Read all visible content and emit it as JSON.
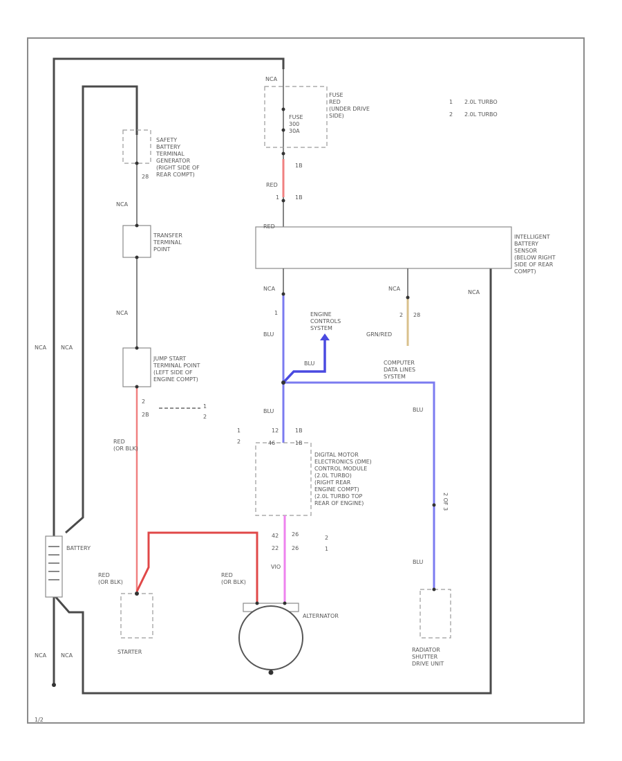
{
  "colors": {
    "frame": "#8a8a8a",
    "ground_wire": "#4a4a4a",
    "red_wire": "#f08080",
    "red_wire_dark": "#e04848",
    "blue_wire": "#7b7bf0",
    "blue_wire_dark": "#4a4ae0",
    "pink_wire": "#ee82ee",
    "tan_wire": "#d9c08c"
  },
  "legend": [
    {
      "num": "1",
      "text": "2.0L TURBO"
    },
    {
      "num": "2",
      "text": "2.0L TURBO"
    }
  ],
  "fuse": {
    "wire_top": "NCA",
    "label": "FUSE\nRED\n(UNDER DRIVE\nSIDE)",
    "fuse_text": "FUSE\n300\n30A",
    "wire_red": "RED",
    "pin_top": "1B",
    "pin_bottom": "1B",
    "pin_num": "1"
  },
  "safety_terminal": {
    "label": "SAFETY\nBATTERY\nTERMINAL\nGENERATOR\n(RIGHT SIDE OF\nREAR COMPT)",
    "pin": "28"
  },
  "transfer_point": {
    "label": "TRANSFER\nTERMINAL\nPOINT"
  },
  "jump_start": {
    "label": "JUMP START\nTERMINAL POINT\n(LEFT SIDE OF\nENGINE COMPT)",
    "pin_a": "2",
    "pin_b": "2B",
    "pin_c": "1",
    "pin_d": "2"
  },
  "ibs": {
    "label": "INTELLIGENT\nBATTERY\nSENSOR\n(BELOW RIGHT\nSIDE OF REAR\nCOMPT)",
    "pin": "RED"
  },
  "wires": {
    "nca_1": "NCA",
    "nca_2": "NCA",
    "nca_left_1": "NCA",
    "nca_left_2": "NCA",
    "nca_right": "NCA",
    "nca_bottom_1": "NCA",
    "nca_bottom_2": "NCA",
    "nca_ibs_blu": "NCA",
    "nca_ibs_tan": "NCA",
    "blu_1": "BLU",
    "blu_2": "BLU",
    "blu_3": "BLU",
    "blu_4": "BLU",
    "blu_5": "BLU",
    "red_blk_1": "RED\n(OR BLK)",
    "red_blk_2": "RED\n(OR BLK)",
    "red_blk_3": "RED\n(OR BLK)",
    "grn_red": "GRN/RED",
    "vio": "VIO",
    "pin_1": "1",
    "pin_2": "2",
    "pin_28": "28",
    "pin_26": "26"
  },
  "engine_controls": {
    "label": "ENGINE\nCONTROLS\nSYSTEM"
  },
  "computer_data": {
    "label": "COMPUTER\nDATA LINES\nSYSTEM"
  },
  "dme": {
    "label": "DIGITAL MOTOR\nELECTRONICS (DME)\nCONTROL MODULE\n(2.0L TURBO)\n(RIGHT REAR\nENGINE COMPT)\n(2.0L TURBO TOP\nREAR OF ENGINE)",
    "pins_left_top": [
      "1",
      "2"
    ],
    "pins_top": [
      "12",
      "1B",
      "46",
      "1B"
    ],
    "pins_bottom": [
      "42",
      "26",
      "22",
      "26"
    ],
    "side_marks": [
      "2",
      "1"
    ]
  },
  "battery": {
    "label": "BATTERY"
  },
  "starter": {
    "label": "STARTER"
  },
  "alternator": {
    "label": "ALTERNATOR"
  },
  "radiator": {
    "label": "RADIATOR\nSHUTTER\nDRIVE UNIT",
    "side_label": "2 OF 3"
  },
  "figure_id": "1/2"
}
